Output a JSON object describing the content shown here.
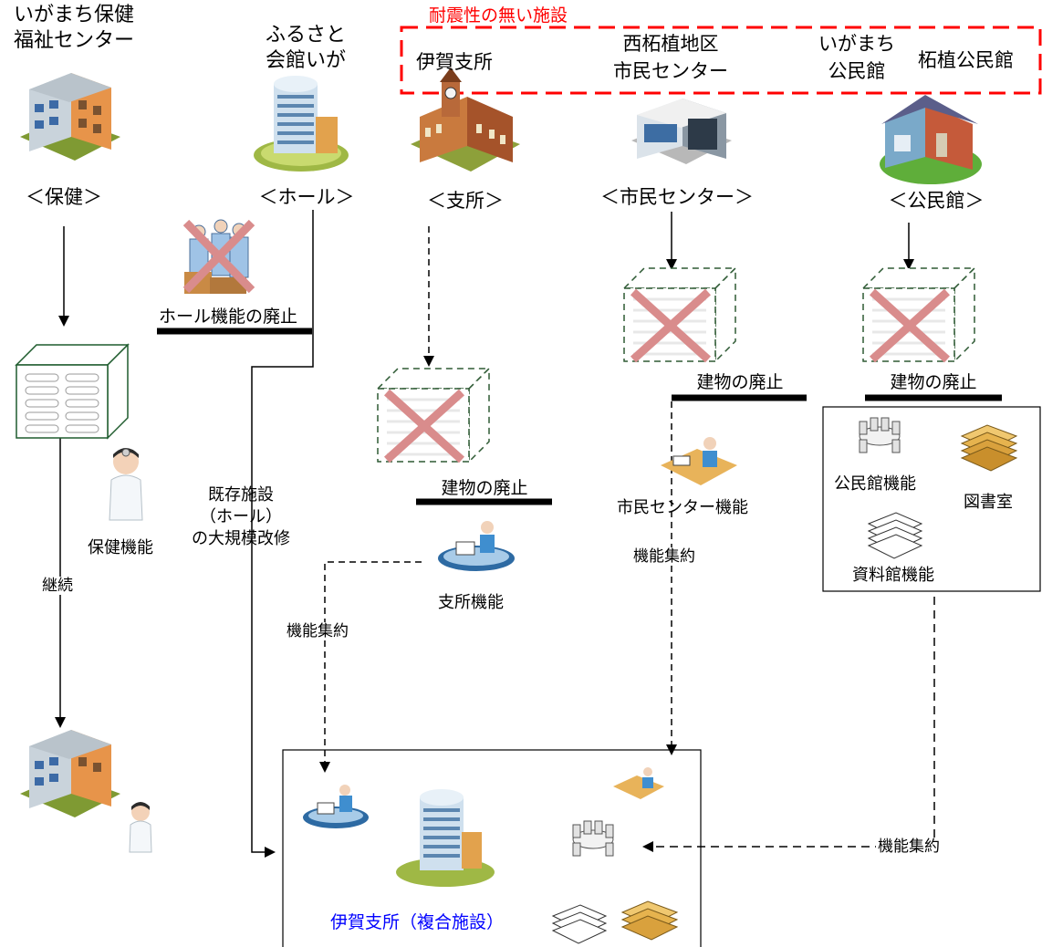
{
  "header": {
    "no_seismic_label": "耐震性の無い施設",
    "colors": {
      "red": "#ff0000",
      "blue": "#0000ff",
      "gray_cross": "#d98c8c"
    }
  },
  "facilities": {
    "hoken": {
      "name_line1": "いがまち保健",
      "name_line2": "福祉センター",
      "category": "＜保健＞"
    },
    "hall": {
      "name_line1": "ふるさと",
      "name_line2": "会館いが",
      "category": "＜ホール＞"
    },
    "shisho": {
      "name": "伊賀支所",
      "category": "＜支所＞"
    },
    "shimin": {
      "name_line1": "西柘植地区",
      "name_line2": "市民センター",
      "category": "＜市民センター＞"
    },
    "kominkan": {
      "name_line1": "いがまち",
      "name_line2": "公民館",
      "category": "＜公民館＞"
    },
    "tsuge": {
      "name": "柘植公民館"
    }
  },
  "labels": {
    "hall_abolish": "ホール機能の廃止",
    "building_abolish": "建物の廃止",
    "renovate_line1": "既存施設",
    "renovate_line2": "（ホール）",
    "renovate_line3": "の大規模改修",
    "continue": "継続",
    "consolidate": "機能集約",
    "hoken_function": "保健機能",
    "shisho_function": "支所機能",
    "shimin_function": "市民センター機能",
    "kominkan_function": "公民館機能",
    "library": "図書室",
    "archive_function": "資料館機能",
    "complex_facility": "伊賀支所（複合施設）"
  }
}
